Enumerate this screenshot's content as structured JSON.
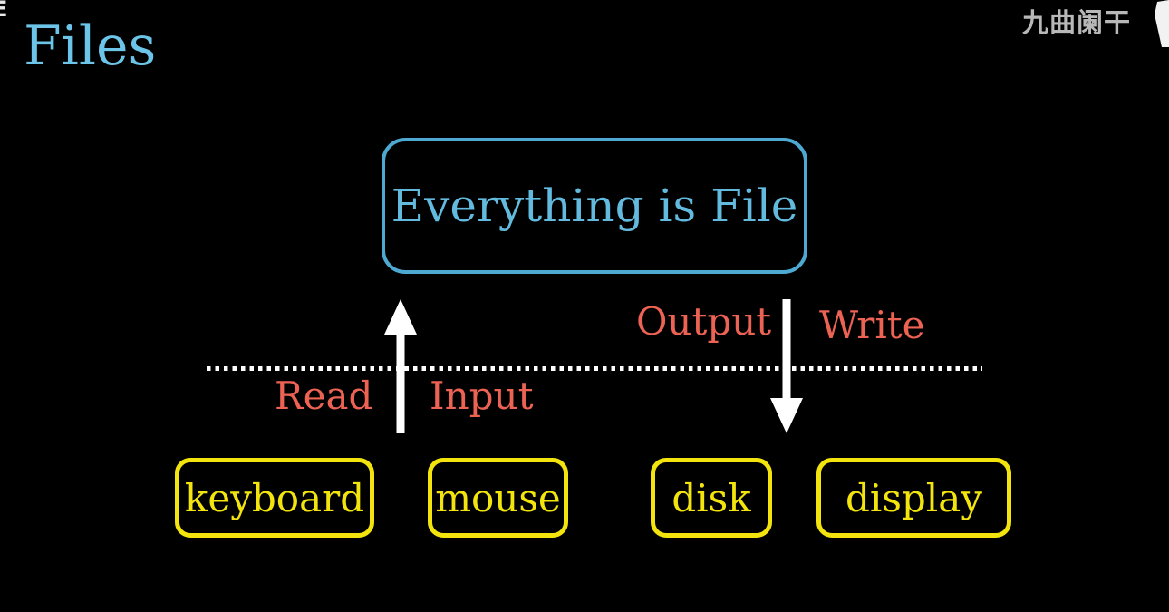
{
  "page": {
    "title": "Files",
    "corner_glyph": "E",
    "watermark_text": "九曲阑干"
  },
  "diagram": {
    "main_box_label": "Everything is File",
    "labels": {
      "read": "Read",
      "input": "Input",
      "output": "Output",
      "write": "Write"
    },
    "devices": [
      {
        "label": "keyboard"
      },
      {
        "label": "mouse"
      },
      {
        "label": "disk"
      },
      {
        "label": "display"
      }
    ]
  },
  "colors": {
    "background": "#000000",
    "title_blue": "#6cc5e8",
    "box_border_blue": "#4da9d1",
    "box_text_blue": "#62bbdf",
    "label_red": "#ec6253",
    "device_yellow": "#f2e40c",
    "arrow_white": "#ffffff",
    "watermark_gray": "#b8b8b8"
  }
}
